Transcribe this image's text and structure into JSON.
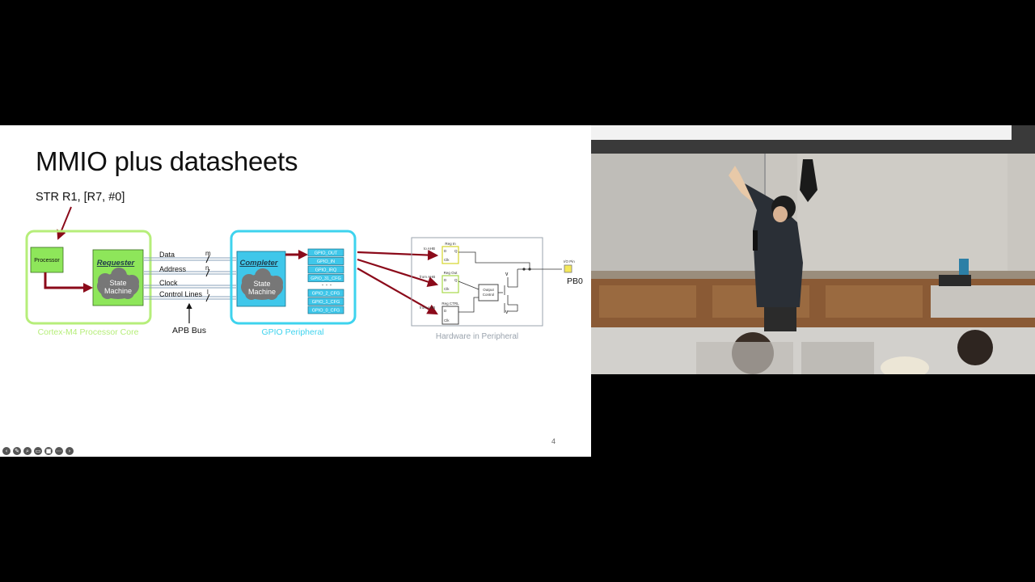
{
  "slide": {
    "title": "MMIO plus datasheets",
    "instruction": "STR R1, [R7, #0]",
    "page_number": "4",
    "toolbar_icons": [
      "back-icon",
      "pen-icon",
      "zoom-icon",
      "captions-icon",
      "camera-icon",
      "more-icon",
      "forward-icon"
    ]
  },
  "diagram": {
    "cortex": {
      "label": "Cortex-M4 Processor Core",
      "processor": "Processor",
      "requester": "Requester",
      "state_machine": [
        "State",
        "Machine"
      ]
    },
    "bus": {
      "label": "APB Bus",
      "lines": [
        {
          "name": "Data",
          "width": "m"
        },
        {
          "name": "Address",
          "width": "n"
        },
        {
          "name": "Clock",
          "width": ""
        },
        {
          "name": "Control Lines",
          "width": "l"
        }
      ]
    },
    "gpio": {
      "label": "GPIO Peripheral",
      "completer": "Completer",
      "state_machine": [
        "State",
        "Machine"
      ],
      "registers_top": [
        "GPIO_OUT",
        "GPIO_IN",
        "GPIO_IRQ",
        "GPIO_31_CFG"
      ],
      "ellipsis": ". . .",
      "registers_bottom": [
        "GPIO_2_CFG",
        "GPIO_1_CFG",
        "GPIO_0_CFG"
      ]
    },
    "hardware": {
      "label": "Hardware in Peripheral",
      "reg_in": "Reg In",
      "reg_out": "Reg Out",
      "reg_ctrl": "Reg CTRL",
      "to_ahb": "to AHB",
      "from_ahb1": "from AHB",
      "from_ahb2": "from AHB",
      "output_control": [
        "Output",
        "Control"
      ],
      "vdd": "V",
      "vss": "V",
      "io_pin": "I/O Pin",
      "pin_name": "PB0",
      "d": "D",
      "q": "Q",
      "clk": "Clk"
    }
  },
  "colors": {
    "green_border": "#b6ee7a",
    "green_fill": "#8ee65a",
    "cyan_border": "#3ed3ee",
    "cyan_fill": "#3fc7ea",
    "arrow": "#8b0a1a"
  }
}
